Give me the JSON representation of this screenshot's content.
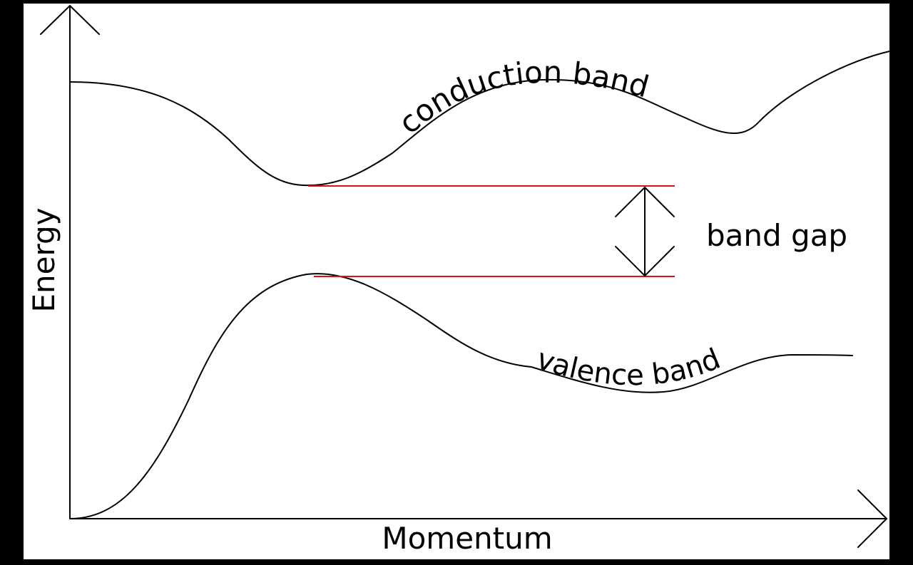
{
  "axes": {
    "y_label": "Energy",
    "x_label": "Momentum"
  },
  "bands": {
    "conduction_label": "conduction band",
    "valence_label": "valence band"
  },
  "gap": {
    "label": "band gap"
  },
  "colors": {
    "background": "#000000",
    "canvas": "#ffffff",
    "ink": "#000000",
    "gap_lines": "#d9101a"
  }
}
